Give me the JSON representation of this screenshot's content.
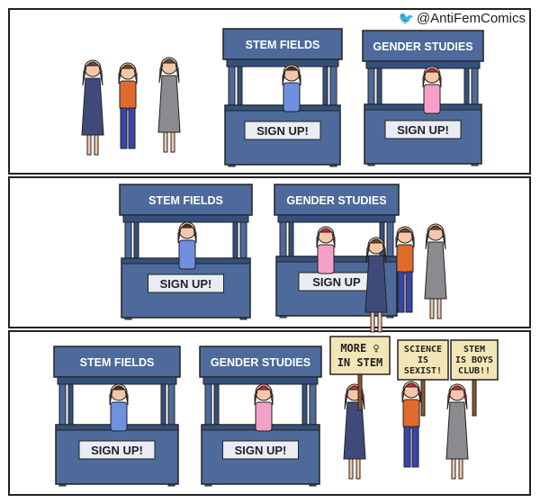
{
  "credit": {
    "icon": "twitter-bird-icon",
    "handle": "@AntiFemComics"
  },
  "colors": {
    "booth": "#4d6a9a",
    "booth_dark": "#34507c",
    "sign_card": "#e9edf3",
    "placard": "#f3e6b6",
    "hair_red": "#d8283a"
  },
  "panels": [
    {
      "booths": [
        {
          "title": "STEM FIELDS",
          "sign": "SIGN UP!"
        },
        {
          "title": "GENDER STUDIES",
          "sign": "SIGN UP!"
        }
      ]
    },
    {
      "booths": [
        {
          "title": "STEM FIELDS",
          "sign": "SIGN UP!"
        },
        {
          "title": "GENDER STUDIES",
          "sign": "SIGN UP"
        }
      ]
    },
    {
      "booths": [
        {
          "title": "STEM FIELDS",
          "sign": "SIGN UP!"
        },
        {
          "title": "GENDER STUDIES",
          "sign": "SIGN UP!"
        }
      ],
      "placards": [
        [
          "MORE ♀",
          "IN STEM"
        ],
        [
          "SCIENCE",
          "IS",
          "SEXIST!"
        ],
        [
          "STEM",
          "IS BOYS",
          "CLUB!!"
        ]
      ]
    }
  ]
}
